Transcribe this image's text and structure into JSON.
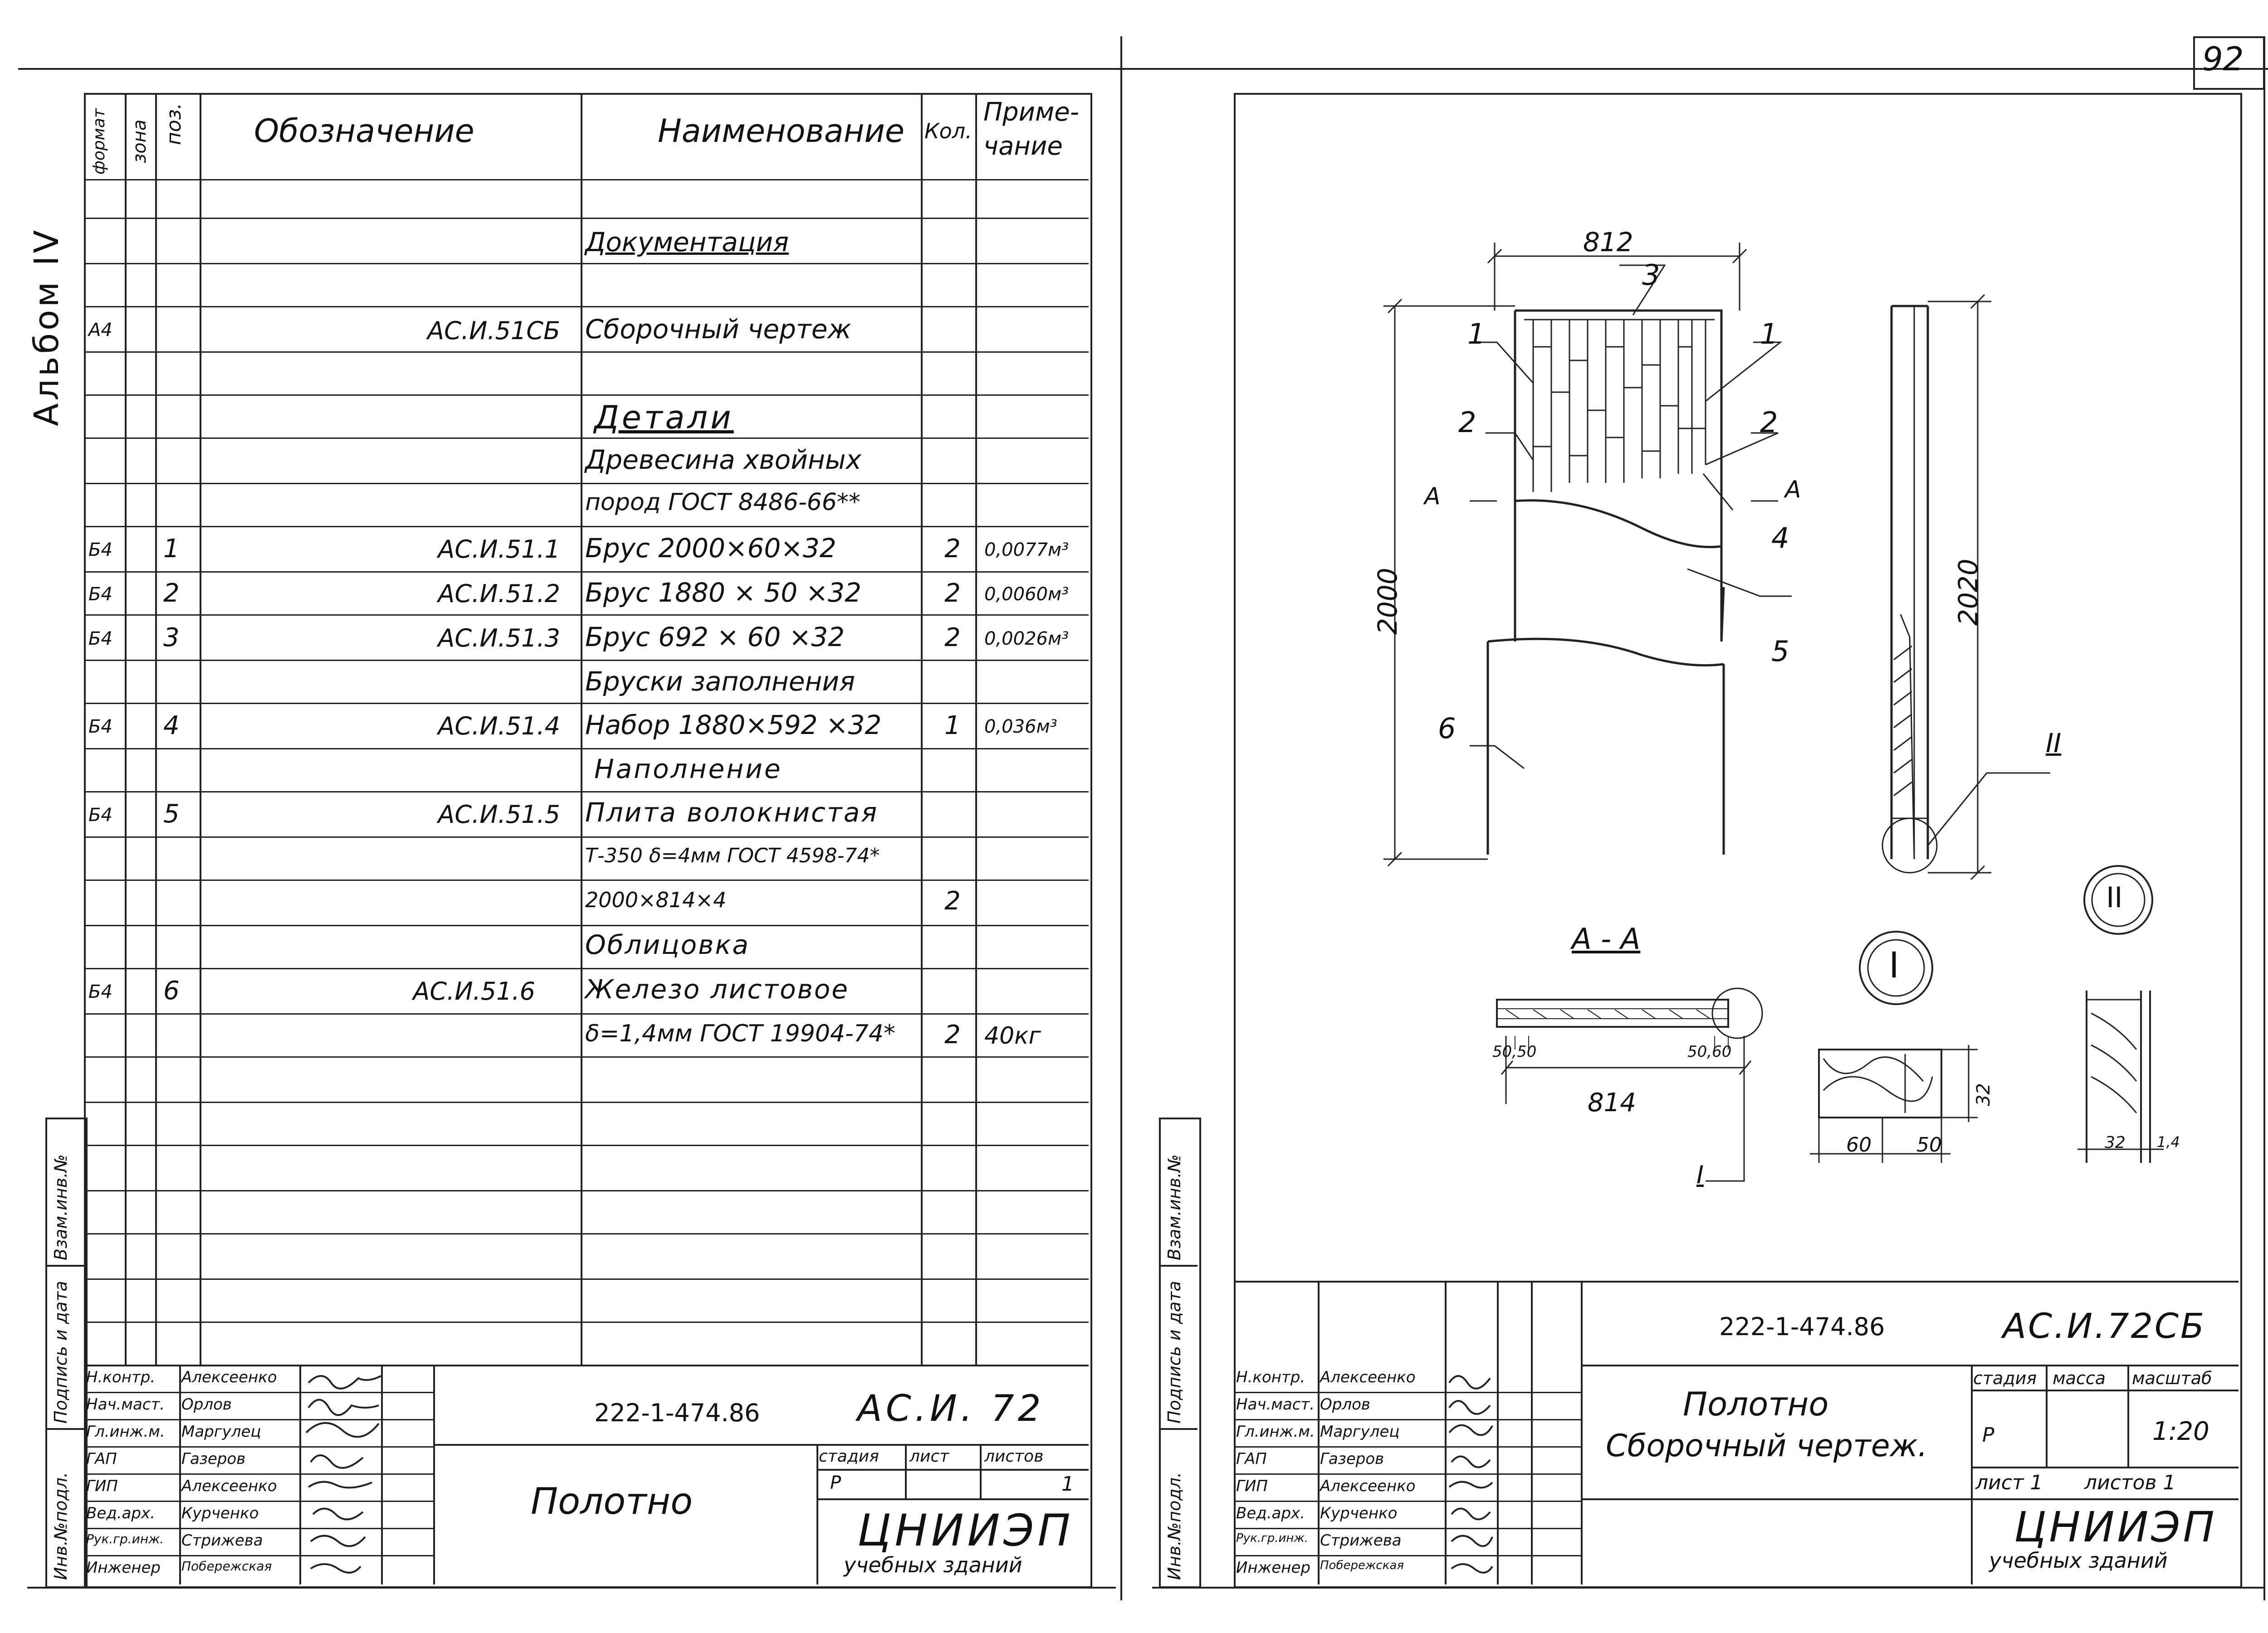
{
  "page_number": "92",
  "album_label": "Альбом IV",
  "spec": {
    "col_format": "формат",
    "col_zone": "зона",
    "col_pos": "поз.",
    "col_designation": "Обозначение",
    "col_name": "Наименование",
    "col_qty": "Кол.",
    "col_note_1": "Приме-",
    "col_note_2": "чание",
    "rows": [
      {
        "fmt": "",
        "pos": "",
        "desig": "",
        "name": "Документация",
        "qty": "",
        "note": ""
      },
      {
        "fmt": "А4",
        "pos": "",
        "desig": "АС.И.51СБ",
        "name": "Сборочный чертеж",
        "qty": "",
        "note": ""
      },
      {
        "fmt": "",
        "pos": "",
        "desig": "",
        "name": "Детали",
        "qty": "",
        "note": ""
      },
      {
        "fmt": "",
        "pos": "",
        "desig": "",
        "name": "Древесина хвойных",
        "qty": "",
        "note": ""
      },
      {
        "fmt": "",
        "pos": "",
        "desig": "",
        "name": "пород ГОСТ 8486-66**",
        "qty": "",
        "note": ""
      },
      {
        "fmt": "Б4",
        "pos": "1",
        "desig": "АС.И.51.1",
        "name": "Брус 2000×60×32",
        "qty": "2",
        "note": "0,0077м³"
      },
      {
        "fmt": "Б4",
        "pos": "2",
        "desig": "АС.И.51.2",
        "name": "Брус 1880 × 50 ×32",
        "qty": "2",
        "note": "0,0060м³"
      },
      {
        "fmt": "Б4",
        "pos": "3",
        "desig": "АС.И.51.3",
        "name": "Брус 692 × 60 ×32",
        "qty": "2",
        "note": "0,0026м³"
      },
      {
        "fmt": "",
        "pos": "",
        "desig": "",
        "name": "Бруски заполнения",
        "qty": "",
        "note": ""
      },
      {
        "fmt": "Б4",
        "pos": "4",
        "desig": "АС.И.51.4",
        "name": "Набор 1880×592 ×32",
        "qty": "1",
        "note": "0,036м³"
      },
      {
        "fmt": "",
        "pos": "",
        "desig": "",
        "name": "Наполнение",
        "qty": "",
        "note": ""
      },
      {
        "fmt": "Б4",
        "pos": "5",
        "desig": "АС.И.51.5",
        "name": "Плита волокнистая",
        "qty": "",
        "note": ""
      },
      {
        "fmt": "",
        "pos": "",
        "desig": "",
        "name": "Т-350 δ=4мм ГОСТ 4598-74*",
        "qty": "",
        "note": ""
      },
      {
        "fmt": "",
        "pos": "",
        "desig": "",
        "name": "2000×814×4",
        "qty": "2",
        "note": ""
      },
      {
        "fmt": "",
        "pos": "",
        "desig": "",
        "name": "Облицовка",
        "qty": "",
        "note": ""
      },
      {
        "fmt": "Б4",
        "pos": "6",
        "desig": "АС.И.51.6",
        "name": "Железо листовое",
        "qty": "",
        "note": ""
      },
      {
        "fmt": "",
        "pos": "",
        "desig": "",
        "name": "δ=1,4мм ГОСТ 19904-74*",
        "qty": "2",
        "note": "40кг"
      }
    ]
  },
  "left_side_labels": [
    "Инв.№подл.",
    "Подпись и дата",
    "Взам.инв.№"
  ],
  "signatures": [
    {
      "role": "Н.контр.",
      "name": "Алексеенко"
    },
    {
      "role": "Нач.маст.",
      "name": "Орлов"
    },
    {
      "role": "Гл.инж.м.",
      "name": "Маргулец"
    },
    {
      "role": "ГАП",
      "name": "Газеров"
    },
    {
      "role": "ГИП",
      "name": "Алексеенко"
    },
    {
      "role": "Вед.арх.",
      "name": "Курченко"
    },
    {
      "role": "Рук.гр.инж.",
      "name": "Стрижева"
    },
    {
      "role": "Инженер",
      "name": "Побережская"
    }
  ],
  "stamp_left": {
    "code": "222-1-474.86",
    "doc": "АС.И. 72",
    "title": "Полотно",
    "col_stage": "стадия",
    "col_sheet": "лист",
    "col_sheets": "листов",
    "stage": "Р",
    "sheets": "1",
    "org": "ЦНИИЭП",
    "org_sub": "учебных зданий"
  },
  "stamp_right": {
    "code": "222-1-474.86",
    "doc": "АС.И.72СБ",
    "title_1": "Полотно",
    "title_2": "Сборочный чертеж.",
    "col_stage": "стадия",
    "col_mass": "масса",
    "col_scale": "масштаб",
    "stage": "Р",
    "scale": "1:20",
    "sheet": "лист 1",
    "sheets": "листов 1",
    "org": "ЦНИИЭП",
    "org_sub": "учебных зданий"
  },
  "drawing": {
    "dim_width": "812",
    "dim_height": "2000",
    "dim_side": "2020",
    "section_label": "А",
    "section_aa": "А - А",
    "dim_aa_width": "814",
    "dim_aa_l": "50,50",
    "dim_aa_r": "50,60",
    "callouts": [
      "1",
      "1",
      "2",
      "2",
      "3",
      "4",
      "5",
      "6"
    ],
    "node_1": "I",
    "node_2": "II",
    "node1_dims": [
      "60",
      "50",
      "32"
    ],
    "node2_dims": [
      "32",
      "1,4"
    ]
  }
}
